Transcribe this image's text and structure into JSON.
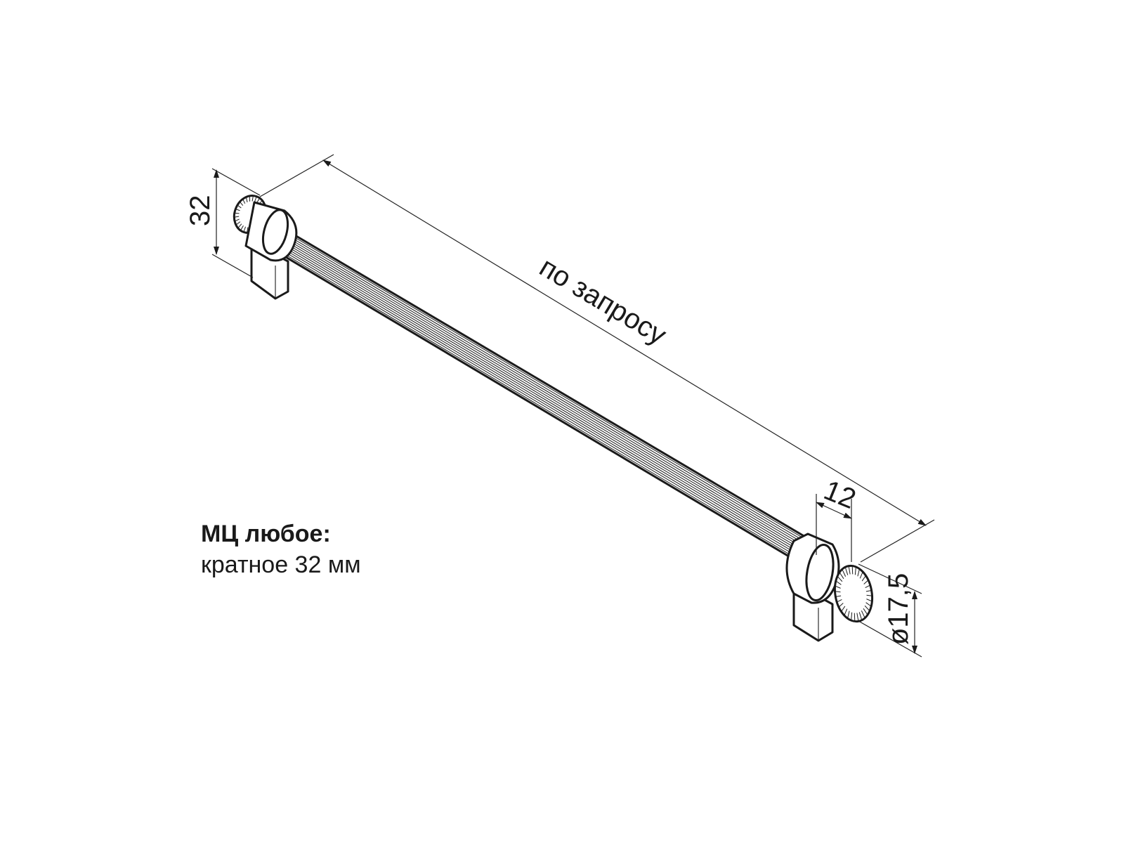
{
  "dimensions": {
    "length": "по запросу",
    "height": "32",
    "foot_width": "12",
    "diameter": "ø17,5"
  },
  "caption": {
    "title": "МЦ любое:",
    "subtitle": "кратное 32 мм"
  },
  "colors": {
    "line": "#1a1a1a",
    "background": "#ffffff"
  }
}
